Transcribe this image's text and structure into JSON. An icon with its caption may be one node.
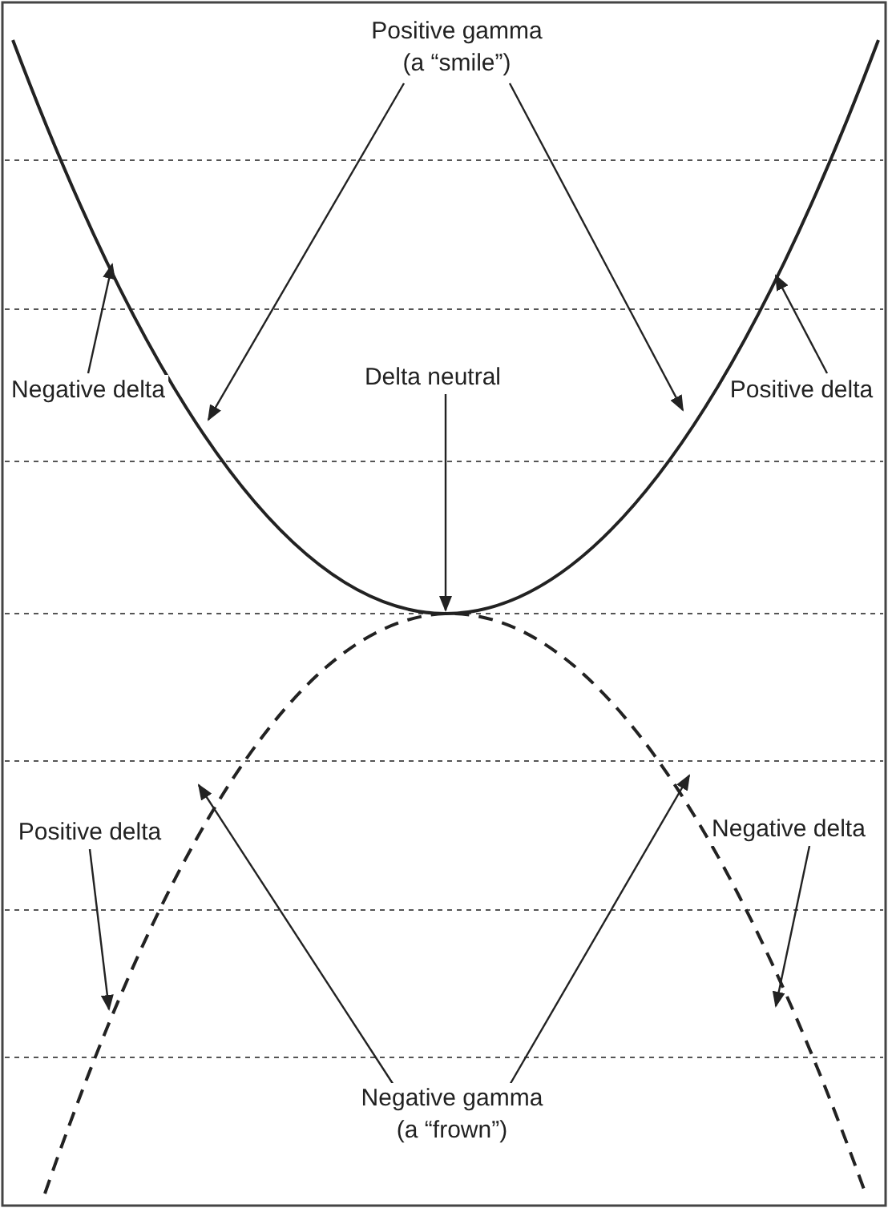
{
  "diagram": {
    "nodes": [
      {
        "text": [
          "Positive gamma (a “smile”)"
        ]
      },
      {
        "text": [
          "Negative delta"
        ]
      },
      {
        "text": [
          "Delta neutral"
        ]
      },
      {
        "text": [
          "Positive delta"
        ]
      },
      {
        "text": [
          "Positive delta"
        ]
      },
      {
        "text": [
          "Negative delta"
        ]
      },
      {
        "text": [
          "Negative gamma (a “frown”)"
        ]
      }
    ],
    "edges": [
      {
        "from": 0,
        "to": null,
        "arrow": "to"
      },
      {
        "from": 0,
        "to": null,
        "arrow": "to"
      },
      {
        "from": 1,
        "to": null,
        "arrow": "to"
      },
      {
        "from": 2,
        "to": null,
        "arrow": "to"
      },
      {
        "from": 3,
        "to": null,
        "arrow": "to"
      },
      {
        "from": 4,
        "to": null,
        "arrow": "to"
      },
      {
        "from": 5,
        "to": null,
        "arrow": "to"
      },
      {
        "from": 6,
        "to": null,
        "arrow": "to"
      },
      {
        "from": 6,
        "to": null,
        "arrow": "to"
      }
    ]
  }
}
